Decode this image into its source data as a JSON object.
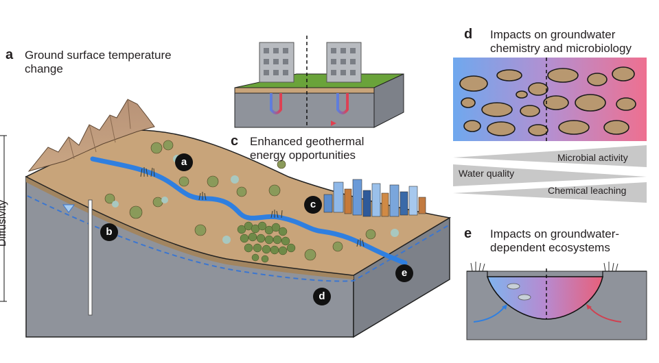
{
  "panel_a": {
    "letter": "a",
    "title_line1": "Ground surface temperature",
    "title_line2": "change"
  },
  "panel_c": {
    "letter": "c",
    "title_line1": "Enhanced geothermal",
    "title_line2": "energy opportunities"
  },
  "panel_d": {
    "letter": "d",
    "title_line1": "Impacts on groundwater",
    "title_line2": "chemistry and microbiology"
  },
  "panel_e": {
    "letter": "e",
    "title_line1": "Impacts on groundwater-",
    "title_line2": "dependent ecosystems"
  },
  "diffusivity_label": "Diffusivity",
  "wedges": {
    "microbial": "Microbial activity",
    "water_quality": "Water quality",
    "chemical": "Chemical leaching"
  },
  "markers": {
    "a": "a",
    "b": "b",
    "c": "c",
    "d": "d",
    "e": "e"
  },
  "colors": {
    "cold": "#6fa8e8",
    "warm": "#e8505a",
    "river": "#2f7fe0",
    "soil": "#c8a47a",
    "bedrock": "#8a8d95",
    "grass": "#6aa33a"
  }
}
